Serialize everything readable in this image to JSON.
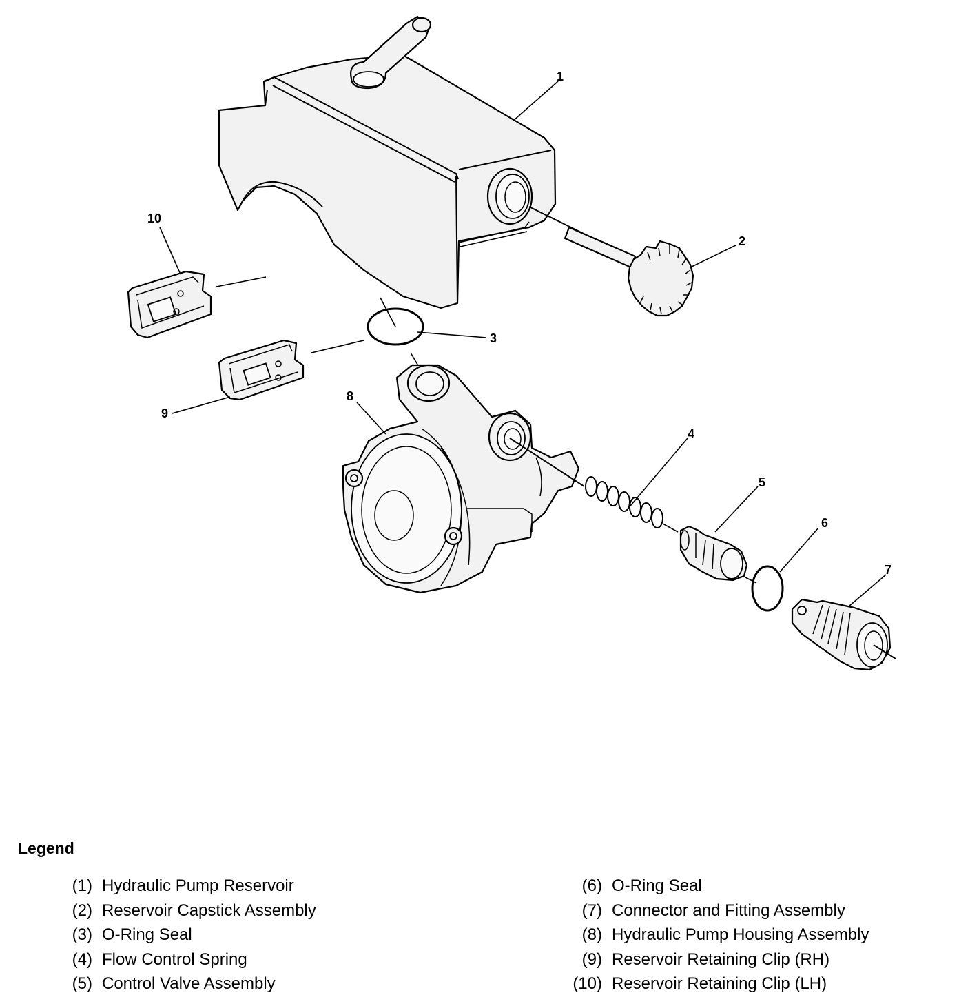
{
  "callouts": [
    "1",
    "2",
    "3",
    "4",
    "5",
    "6",
    "7",
    "8",
    "9",
    "10"
  ],
  "legend": {
    "title": "Legend",
    "items": [
      {
        "num": "(1)",
        "label": "Hydraulic Pump Reservoir"
      },
      {
        "num": "(2)",
        "label": "Reservoir Capstick Assembly"
      },
      {
        "num": "(3)",
        "label": "O-Ring Seal"
      },
      {
        "num": "(4)",
        "label": "Flow Control Spring"
      },
      {
        "num": "(5)",
        "label": "Control Valve Assembly"
      },
      {
        "num": "(6)",
        "label": "O-Ring Seal"
      },
      {
        "num": "(7)",
        "label": "Connector and Fitting Assembly"
      },
      {
        "num": "(8)",
        "label": "Hydraulic Pump Housing Assembly"
      },
      {
        "num": "(9)",
        "label": "Reservoir Retaining Clip (RH)"
      },
      {
        "num": "(10)",
        "label": "Reservoir Retaining Clip (LH)"
      }
    ]
  }
}
